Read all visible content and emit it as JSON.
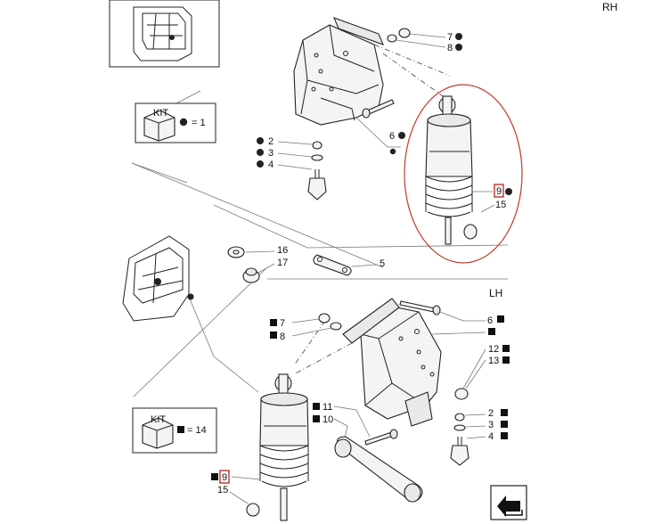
{
  "header": {
    "rh_label": "RH",
    "lh_label": "LH"
  },
  "kit_legend_rh": {
    "kit_text": "KIT",
    "equals_text": "= 1"
  },
  "kit_legend_lh": {
    "kit_text": "KIT",
    "equals_text": "= 14"
  },
  "callouts_rh": {
    "c7": "7",
    "c8": "8",
    "c6": "6",
    "c2": "2",
    "c3": "3",
    "c4": "4",
    "c9": "9",
    "c15": "15"
  },
  "callouts_mid": {
    "c16": "16",
    "c17": "17",
    "c5": "5"
  },
  "callouts_lh": {
    "c6": "6",
    "c12": "12",
    "c13": "13",
    "c7": "7",
    "c8": "8",
    "c11": "11",
    "c10": "10",
    "c2": "2",
    "c3": "3",
    "c4": "4",
    "c9": "9",
    "c15": "15"
  },
  "colors": {
    "line": "#222222",
    "highlight": "#b22222",
    "ellipse": "#c0392b"
  }
}
